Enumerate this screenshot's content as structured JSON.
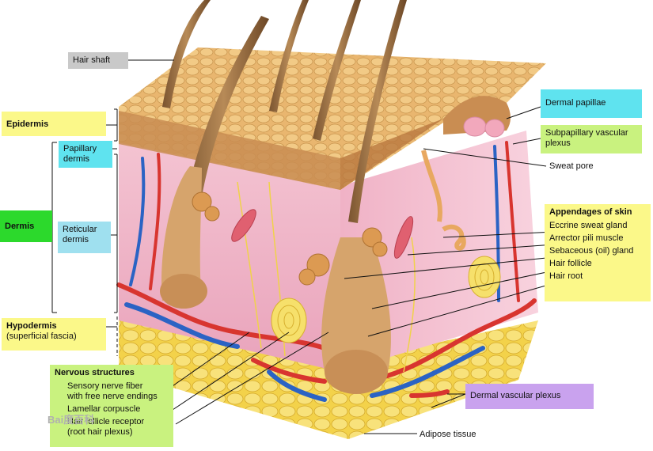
{
  "labels": {
    "hair_shaft": "Hair shaft",
    "epidermis": "Epidermis",
    "papillary_dermis": "Papillary\ndermis",
    "dermis": "Dermis",
    "reticular_dermis": "Reticular\ndermis",
    "hypodermis": "Hypodermis",
    "superficial_fascia": "(superficial fascia)",
    "dermal_papillae": "Dermal papillae",
    "subpapillary_plexus": "Subpapillary vascular\nplexus",
    "sweat_pore": "Sweat pore",
    "appendages_title": "Appendages of skin",
    "eccrine": "Eccrine sweat gland",
    "arrector": "Arrector pili muscle",
    "sebaceous": "Sebaceous (oil) gland",
    "hair_follicle": "Hair follicle",
    "hair_root": "Hair root",
    "nervous_title": "Nervous structures",
    "sensory": "Sensory nerve fiber\nwith free nerve endings",
    "lamellar": "Lamellar corpuscle",
    "follicle_receptor": "Hair follicle receptor\n(root hair plexus)",
    "dermal_vascular": "Dermal vascular plexus",
    "adipose": "Adipose tissue"
  },
  "watermark": "Bai度百科",
  "colors": {
    "grey": "#c9c9c9",
    "yellow": "#fbf889",
    "cyan": "#5fe3ef",
    "light_cyan": "#9fe0ef",
    "green": "#2cd92c",
    "lime": "#c9f27f",
    "purple": "#c9a2ee"
  }
}
